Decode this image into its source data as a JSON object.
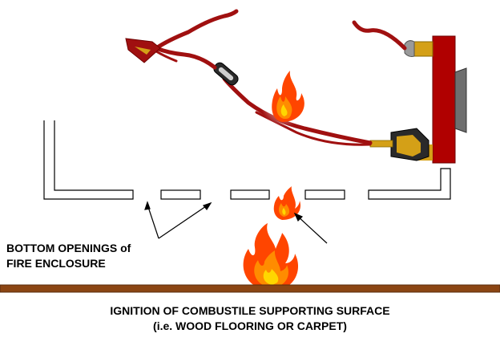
{
  "labels": {
    "bottom_openings": [
      "BOTTOM OPENINGS of",
      "FIRE ENCLOSURE"
    ],
    "surface": [
      "IGNITION OF COMBUSTILE SUPPORTING SURFACE",
      "(i.e. WOOD FLOORING OR CARPET)"
    ]
  },
  "colors": {
    "cord": "#a01010",
    "cord_dark": "#6e0000",
    "wall_outlet": "#b00000",
    "outlet_face": "#6e6e6e",
    "floor": "#8b4513",
    "floor_edge": "#5a2d0c",
    "flame_outer": "#ff4500",
    "flame_mid": "#ff8c00",
    "flame_core": "#ffd700",
    "plug_brass": "#d4a017",
    "enclosure": "#000000"
  },
  "icons": [
    "electrical-plug-icon",
    "wall-outlet-icon",
    "fuse-holder-icon",
    "flame-icon",
    "arrow-icon"
  ]
}
